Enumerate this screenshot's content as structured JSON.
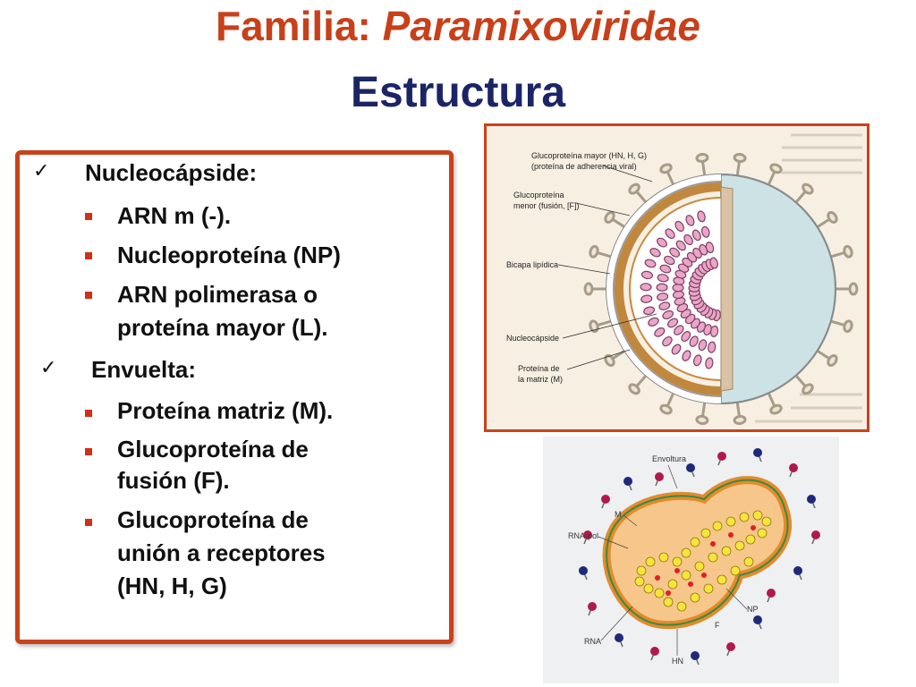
{
  "title": {
    "prefix": "Familia: ",
    "family": "Paramixoviridae",
    "subtitle": "Estructura"
  },
  "sections": [
    {
      "heading": "Nucleocápside:",
      "items": [
        "ARN m (-).",
        "Nucleoproteína (NP)",
        "ARN polimerasa o",
        "proteína mayor (L)."
      ]
    },
    {
      "heading": "Envuelta:",
      "items": [
        "Proteína matriz (M).",
        "Glucoproteína de",
        "fusión (F).",
        "Glucoproteína de",
        "unión a receptores",
        "(HN, H, G)"
      ]
    }
  ],
  "figure1": {
    "labels": [
      "Glucoproteína mayor (HN, H, G)",
      "(proteína de adherencia viral)",
      "Glucoproteína",
      "menor (fusión, [F])",
      "Bicapa lipídica",
      "Nucleocápside",
      "Proteína de",
      "la matriz (M)"
    ]
  },
  "figure2": {
    "labels": [
      "Envoltura",
      "M",
      "RNA-pol",
      "NP",
      "F",
      "RNA",
      "HN"
    ]
  },
  "colors": {
    "title_red": "#c8401a",
    "title_navy": "#1b2566",
    "frame": "#c9421b",
    "bullet": "#d0301a"
  }
}
